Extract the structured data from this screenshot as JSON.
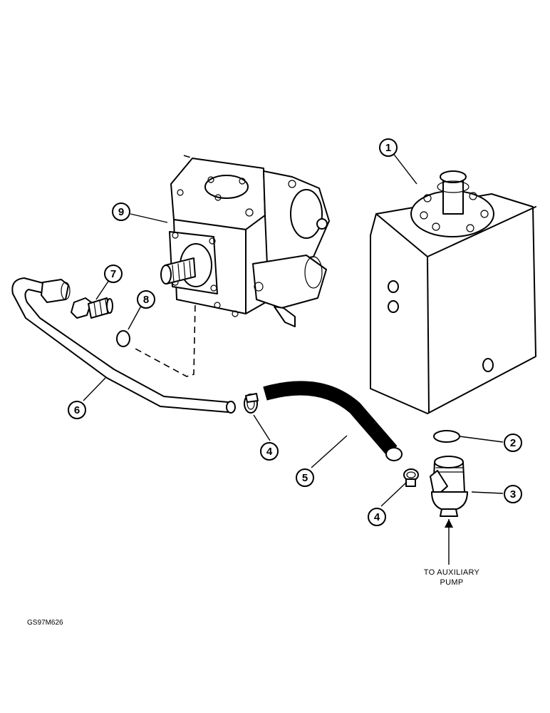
{
  "callouts": {
    "c1": "1",
    "c2": "2",
    "c3": "3",
    "c4a": "4",
    "c4b": "4",
    "c5": "5",
    "c6": "6",
    "c7": "7",
    "c8": "8",
    "c9": "9"
  },
  "note": {
    "line1": "TO AUXILIARY",
    "line2": "PUMP"
  },
  "figure_id": "GS97M626"
}
